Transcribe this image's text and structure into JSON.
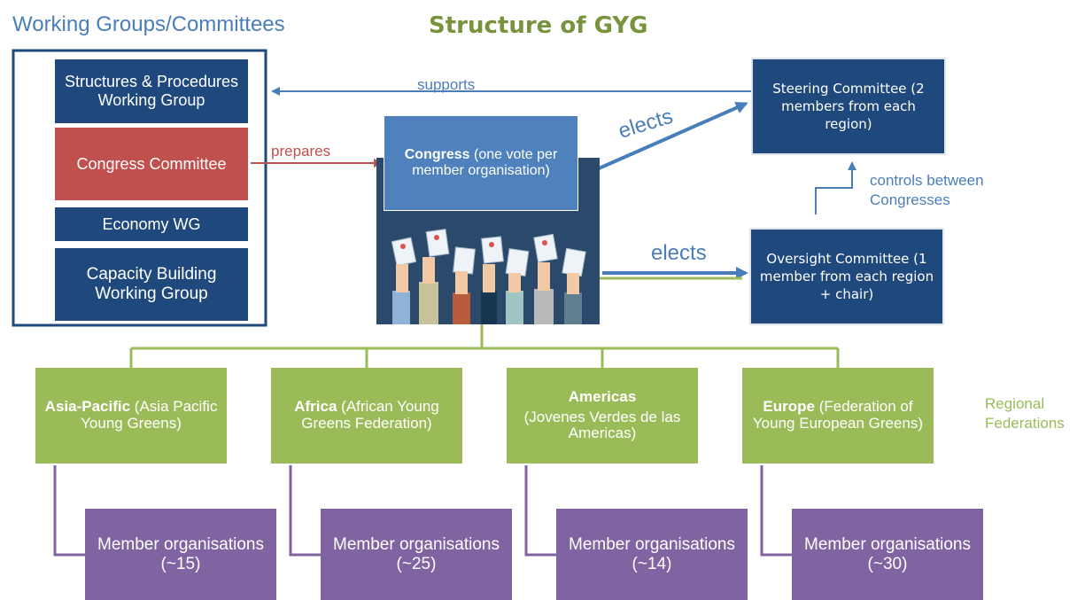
{
  "title": "Structure of GYG",
  "working_groups": {
    "heading": "Working Groups/Committees",
    "items": [
      "Structures & Procedures Working Group",
      "Congress Committee",
      "Economy WG",
      "Capacity Building Working Group"
    ]
  },
  "congress": {
    "name": "Congress",
    "detail": "(one vote per member organisation)"
  },
  "steering_committee": "Steering Committee (2 members from each region)",
  "oversight_committee": "Oversight Committee (1 member from each region + chair)",
  "edges": {
    "supports": "supports",
    "prepares": "prepares",
    "elects_steering": "elects",
    "elects_oversight": "elects",
    "controls": "controls between Congresses"
  },
  "regional_label": "Regional Federations",
  "regions": [
    {
      "name": "Asia-Pacific",
      "detail": "(Asia Pacific Young Greens)",
      "members": "Member organisations (~15)"
    },
    {
      "name": "Africa",
      "detail": "(African Young Greens Federation)",
      "members": "Member organisations (~25)"
    },
    {
      "name": "Americas",
      "detail": "(Jovenes Verdes de las Americas)",
      "members": "Member organisations (~14)"
    },
    {
      "name": "Europe",
      "detail": "(Federation of Young European Greens)",
      "members": "Member organisations (~30)"
    }
  ],
  "colors": {
    "navy": "#1f497d",
    "blue": "#4f81bd",
    "red": "#c0504d",
    "green": "#9bbb59",
    "purple": "#8064a2",
    "title_green": "#77933c",
    "label_blue": "#4a7ebb"
  }
}
